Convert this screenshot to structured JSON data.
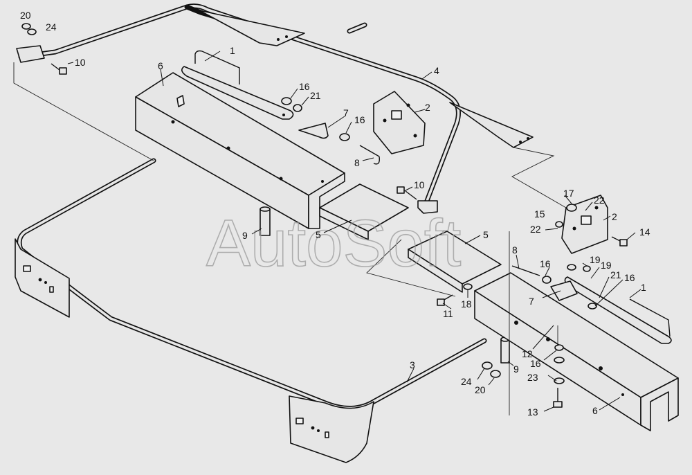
{
  "watermark": "AutoSoft",
  "callouts": [
    {
      "id": "c20a",
      "text": "20"
    },
    {
      "id": "c24a",
      "text": "24"
    },
    {
      "id": "c10a",
      "text": "10"
    },
    {
      "id": "c1a",
      "text": "1"
    },
    {
      "id": "c6a",
      "text": "6"
    },
    {
      "id": "c16a",
      "text": "16"
    },
    {
      "id": "c21a",
      "text": "21"
    },
    {
      "id": "c7a",
      "text": "7"
    },
    {
      "id": "c16b",
      "text": "16"
    },
    {
      "id": "c2a",
      "text": "2"
    },
    {
      "id": "c4",
      "text": "4"
    },
    {
      "id": "c8a",
      "text": "8"
    },
    {
      "id": "c10b",
      "text": "10"
    },
    {
      "id": "c9a",
      "text": "9"
    },
    {
      "id": "c5a",
      "text": "5"
    },
    {
      "id": "c5b",
      "text": "5"
    },
    {
      "id": "c17",
      "text": "17"
    },
    {
      "id": "c22a",
      "text": "22"
    },
    {
      "id": "c2b",
      "text": "2"
    },
    {
      "id": "c15",
      "text": "15"
    },
    {
      "id": "c22b",
      "text": "22"
    },
    {
      "id": "c14",
      "text": "14"
    },
    {
      "id": "c8b",
      "text": "8"
    },
    {
      "id": "c16c",
      "text": "16"
    },
    {
      "id": "c19a",
      "text": "19"
    },
    {
      "id": "c19b",
      "text": "19"
    },
    {
      "id": "c21b",
      "text": "21"
    },
    {
      "id": "c16d",
      "text": "16"
    },
    {
      "id": "c7b",
      "text": "7"
    },
    {
      "id": "c1b",
      "text": "1"
    },
    {
      "id": "c18",
      "text": "18"
    },
    {
      "id": "c11",
      "text": "11"
    },
    {
      "id": "c12",
      "text": "12"
    },
    {
      "id": "c16e",
      "text": "16"
    },
    {
      "id": "c9b",
      "text": "9"
    },
    {
      "id": "c23",
      "text": "23"
    },
    {
      "id": "c3",
      "text": "3"
    },
    {
      "id": "c24b",
      "text": "24"
    },
    {
      "id": "c20b",
      "text": "20"
    },
    {
      "id": "c13",
      "text": "13"
    },
    {
      "id": "c6b",
      "text": "6"
    }
  ]
}
